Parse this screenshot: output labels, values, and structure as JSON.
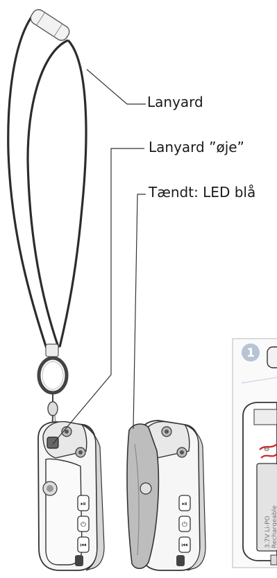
{
  "labels": {
    "lanyard": "Lanyard",
    "lanyard_eye": "Lanyard ”øje”",
    "led_on": "Tændt: LED blå"
  },
  "inset": {
    "step_number": "1",
    "battery_text_1": "3.7V Li-PO",
    "battery_text_2": "Rechargeable"
  },
  "colors": {
    "line": "#333333",
    "device_body": "#f4f4f4",
    "device_shade": "#d9d9d9",
    "clip_gray": "#bdbdbd",
    "step_badge": "#b8c4d4",
    "battery_wire": "#d42020"
  }
}
